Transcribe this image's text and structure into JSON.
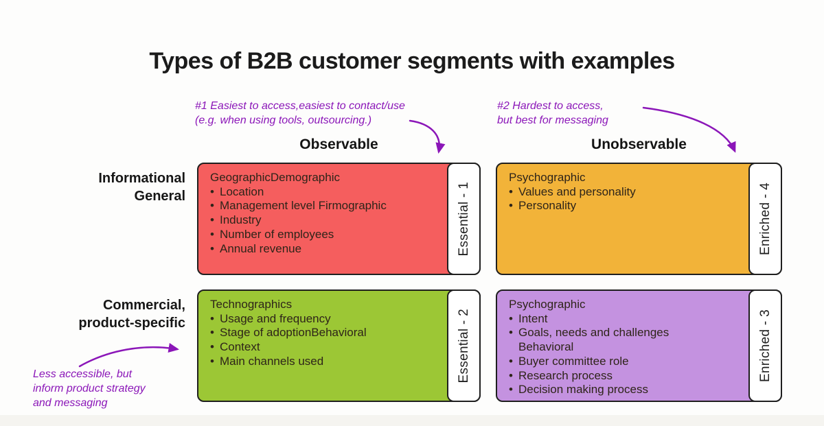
{
  "title": "Types of B2B customer segments with examples",
  "bullet_char": "•",
  "colors": {
    "accent_purple": "#8b16b8",
    "border_dark": "#1f1f1f",
    "box_text": "#2e2419",
    "red": "#f55e5e",
    "orange": "#f2b339",
    "green": "#9cc735",
    "purple": "#c492e0"
  },
  "annotations": [
    {
      "id": "easiest",
      "text": "#1 Easiest to access,easiest to contact/use\n(e.g. when using tools, outsourcing.)"
    },
    {
      "id": "hardest",
      "text": "#2 Hardest to access,\nbut best for messaging"
    },
    {
      "id": "less-accessible",
      "text": "Less accessible, but\ninform product strategy\nand messaging"
    }
  ],
  "columns": [
    {
      "label": "Observable"
    },
    {
      "label": "Unobservable"
    }
  ],
  "rows": [
    {
      "label": "Informational\nGeneral"
    },
    {
      "label": "Commercial,\nproduct-specific"
    }
  ],
  "boxes": [
    {
      "tab": "Essential - 1",
      "color": "#f55e5e",
      "heading": "GeographicDemographic",
      "items": [
        "Location",
        "Management level Firmographic",
        "Industry",
        "Number of employees",
        "Annual revenue"
      ]
    },
    {
      "tab": "Enriched - 4",
      "color": "#f2b339",
      "heading": "Psychographic",
      "items": [
        "Values and personality",
        "Personality"
      ]
    },
    {
      "tab": "Essential - 2",
      "color": "#9cc735",
      "heading": "Technographics",
      "items": [
        "Usage and frequency",
        "Stage of adoptionBehavioral",
        "Context",
        "Main channels used"
      ]
    },
    {
      "tab": "Enriched - 3",
      "color": "#c492e0",
      "heading": "Psychographic",
      "items": [
        "Intent",
        "Goals, needs and challenges\nBehavioral",
        "Buyer committee role",
        "Research process",
        "Decision making process"
      ]
    }
  ]
}
